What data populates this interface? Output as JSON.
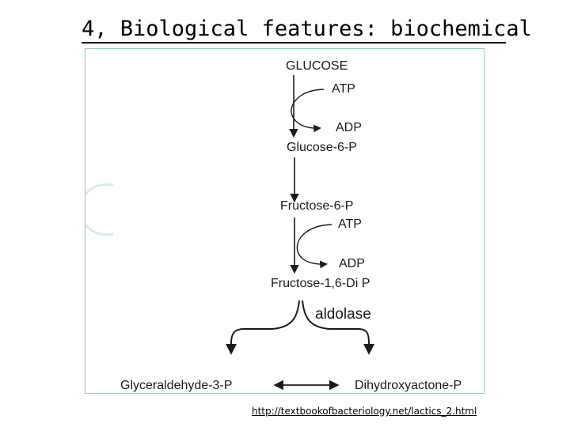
{
  "slide": {
    "title": "4, Biological features: biochemical"
  },
  "pathway": {
    "glucose": "GLUCOSE",
    "atp_1": "ATP",
    "adp_1": "ADP",
    "glucose_6p": "Glucose-6-P",
    "fructose_6p": "Fructose-6-P",
    "atp_2": "ATP",
    "adp_2": "ADP",
    "fructose_16dip": "Fructose-1,6-Di P",
    "enzyme": "aldolase",
    "glyceraldehyde_3p": "Glyceraldehyde-3-P",
    "dihydroxyacetone": "Dihydroxyactone-P"
  },
  "footer": {
    "source_url": "http://textbookofbacteriology.net/lactics_2.html"
  },
  "colors": {
    "frame_border": "#8fcfc9",
    "text": "#1a1a1a"
  }
}
